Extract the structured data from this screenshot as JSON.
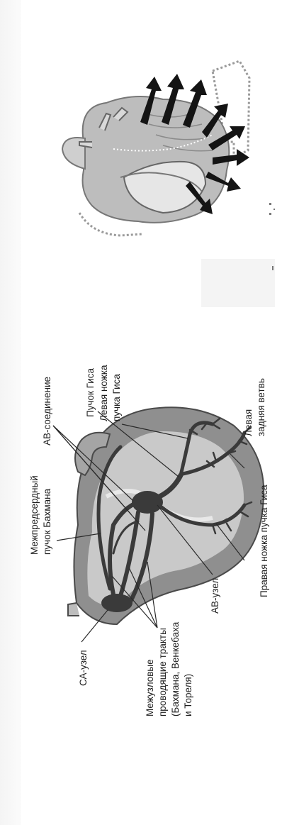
{
  "labels": {
    "sa_node": "СА-узел",
    "bachmann_line1": "Межпредсердный",
    "bachmann_line2": "пучок Бахмана",
    "av_junction": "АВ-соединение",
    "his_bundle": "Пучок Гиса",
    "left_bundle_line1": "Левая ножка",
    "left_bundle_line2": "пучка Гиса",
    "left_posterior_line1": "Левая",
    "left_posterior_line2": "задняя ветвь",
    "right_bundle": "Правая ножка пучка Гиса",
    "av_node": "АВ-узел",
    "internodal_line1": "Межузловые",
    "internodal_line2": "проводящие тракты",
    "internodal_line3": "(Бахмана, Венкебаха",
    "internodal_line4": "и Тореля)"
  },
  "colors": {
    "heart_outer": "#8f8f8f",
    "heart_inner": "#c9c9c9",
    "conduction": "#3a3a3a",
    "panel": "#f3f3f3",
    "arrows": "#141414"
  }
}
